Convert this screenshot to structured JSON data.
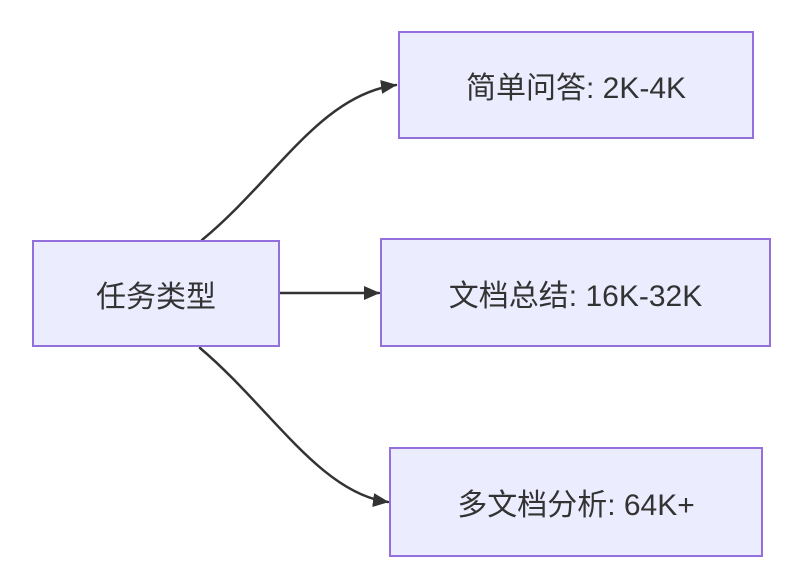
{
  "diagram": {
    "type": "flowchart-LR",
    "colors": {
      "node_fill": "#ECECFF",
      "node_border": "#9370DB",
      "arrow": "#333333",
      "text": "#333333",
      "background": "#FFFFFF"
    },
    "nodes": [
      {
        "id": "root",
        "label": "任务类型"
      },
      {
        "id": "simple-qa",
        "label": "简单问答: 2K-4K"
      },
      {
        "id": "doc-summary",
        "label": "文档总结: 16K-32K"
      },
      {
        "id": "multi-doc",
        "label": "多文档分析: 64K+"
      }
    ],
    "edges": [
      {
        "from": "root",
        "to": "simple-qa"
      },
      {
        "from": "root",
        "to": "doc-summary"
      },
      {
        "from": "root",
        "to": "multi-doc"
      }
    ]
  }
}
